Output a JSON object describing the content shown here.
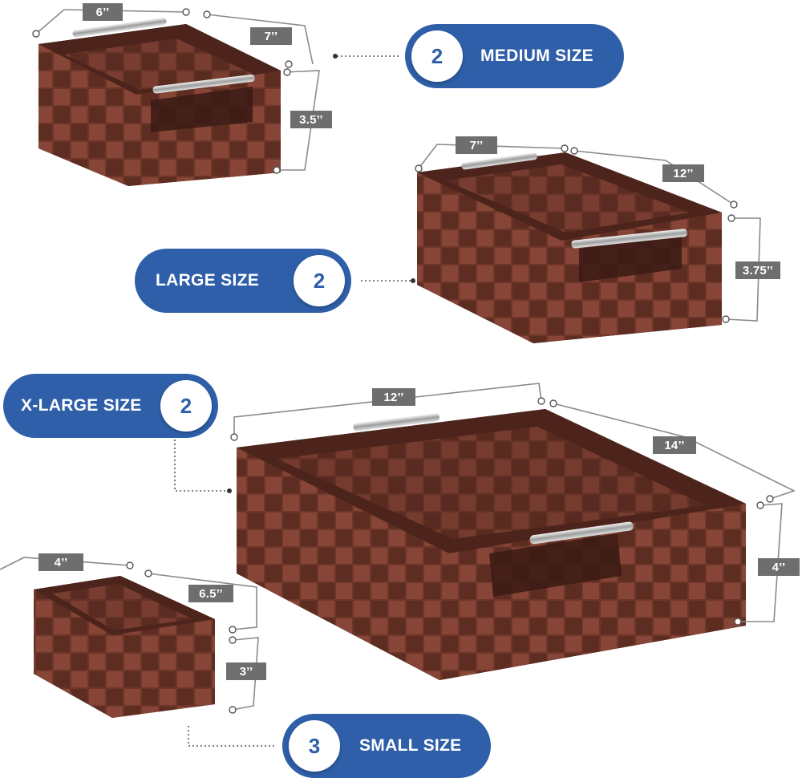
{
  "colors": {
    "pill": "#2f5fa8",
    "pill_number": "#2f5fa8",
    "basket_dark": "#5a2c22",
    "basket_mid": "#7a3d30",
    "basket_light": "#94503f",
    "handle": "#c9c9c9",
    "tag": "#6e6e6e",
    "dimension_line": "#8a8a8a"
  },
  "badges": {
    "medium": {
      "label": "MEDIUM SIZE",
      "count": "2"
    },
    "large": {
      "label": "LARGE SIZE",
      "count": "2"
    },
    "xlarge": {
      "label": "X-LARGE SIZE",
      "count": "2"
    },
    "small": {
      "label": "SMALL SIZE",
      "count": "3"
    }
  },
  "dimensions": {
    "medium": {
      "width": "6’’",
      "depth": "7’’",
      "height": "3.5’’"
    },
    "large": {
      "width": "7’’",
      "depth": "12’’",
      "height": "3.75’’"
    },
    "xlarge": {
      "width": "12’’",
      "depth": "14’’",
      "height": "4’’"
    },
    "small": {
      "width": "4’’",
      "depth": "6.5’’",
      "height": "3’’"
    }
  }
}
